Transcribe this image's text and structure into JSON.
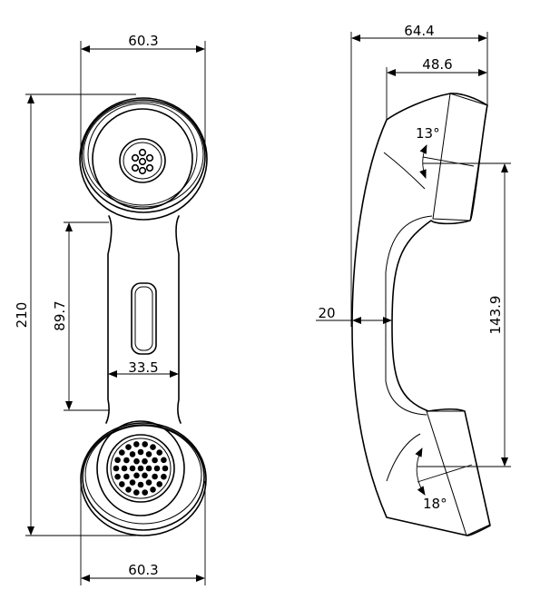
{
  "front_view": {
    "width_top": "60.3",
    "width_bottom": "60.3",
    "total_height": "210",
    "handle_length": "89.7",
    "handle_width": "33.5"
  },
  "side_view": {
    "overall_width": "64.4",
    "cup_width": "48.6",
    "angle_top": "13°",
    "angle_bottom": "18°",
    "thickness": "20",
    "cup_spacing": "143.9"
  }
}
